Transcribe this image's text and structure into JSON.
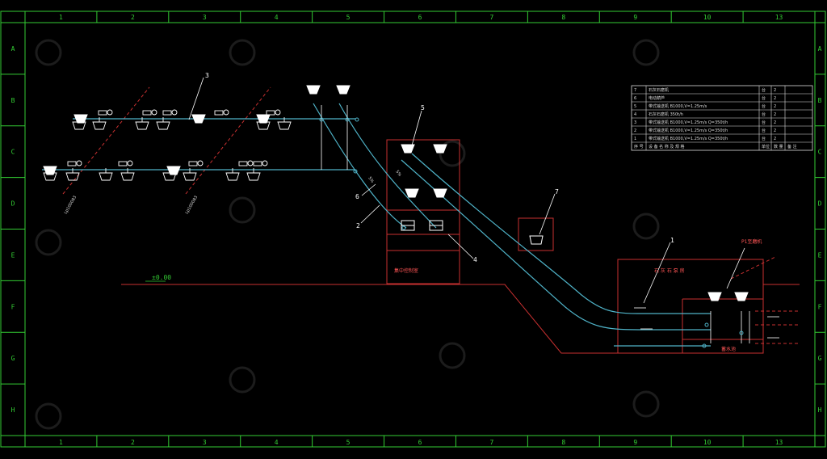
{
  "colors": {
    "background": "#000000",
    "frame": "#33cc33",
    "pipe": "#4fb3c8",
    "structure": "#c83030",
    "annotation": "#ffffff"
  },
  "border": {
    "columns": [
      "1",
      "2",
      "3",
      "4",
      "5",
      "6",
      "7",
      "8",
      "9",
      "10",
      "13"
    ],
    "rows": [
      "A",
      "B",
      "C",
      "D",
      "E",
      "F",
      "G",
      "H"
    ]
  },
  "callouts": {
    "c1": "1",
    "c2": "2",
    "c3": "3",
    "c4": "4",
    "c5": "5",
    "c6": "6",
    "c7": "7"
  },
  "labels": {
    "elevation": "±0.00",
    "control_room": "集中控制室",
    "pump_house": "石 灰 石 泵 房",
    "pool": "蓄水池",
    "inlet_note": "P1至磨机",
    "pipe_a": "Lp100083",
    "pipe_b": "Lp100083",
    "slope_a": "5%",
    "slope_b": "5%"
  },
  "table": {
    "header": [
      "序 号",
      "设 备 名 称 及 规 格",
      "单位",
      "数 量",
      "备 注"
    ],
    "rows": [
      [
        "7",
        "石灰石磨机",
        "台",
        "2",
        ""
      ],
      [
        "6",
        "电动葫芦",
        "台",
        "2",
        ""
      ],
      [
        "5",
        "带式输送机  B1000,V=1.25m/s",
        "台",
        "2",
        ""
      ],
      [
        "4",
        "石灰石磨机  350t/h",
        "台",
        "2",
        ""
      ],
      [
        "3",
        "带式输送机  B1000,V=1.25m/s  Q=350t/h",
        "台",
        "2",
        ""
      ],
      [
        "2",
        "带式输送机  B1000,V=1.25m/s  Q=350t/h",
        "台",
        "2",
        ""
      ],
      [
        "1",
        "带式输送机  B1000,V=1.25m/s  Q=350t/h",
        "台",
        "2",
        ""
      ]
    ]
  }
}
